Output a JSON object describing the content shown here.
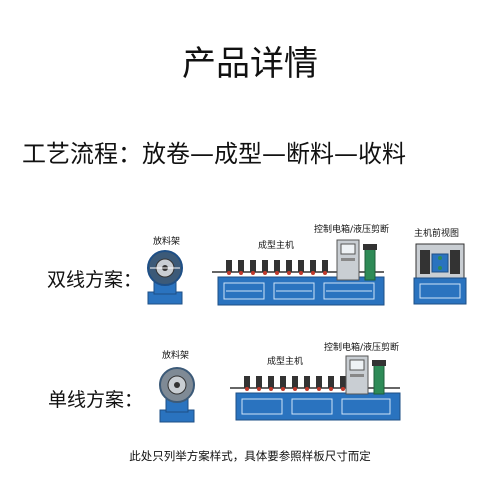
{
  "page_title": "产品详情",
  "process": {
    "label": "工艺流程：",
    "steps": [
      "放卷",
      "成型",
      "断料",
      "收料"
    ],
    "separator": "—"
  },
  "double_line": {
    "label": "双线方案：",
    "decoiler_label": "放料架",
    "forming_label": "成型主机",
    "control_label": "控制电箱/液压剪断",
    "front_view_label": "主机前视图"
  },
  "single_line": {
    "label": "单线方案：",
    "decoiler_label": "放料架",
    "forming_label": "成型主机",
    "control_label": "控制电箱/液压剪断"
  },
  "footnote": "此处只列举方案样式，具体要参照样板尺寸而定",
  "colors": {
    "machine_blue": "#2a73bf",
    "machine_dark": "#1e4f86",
    "roller_red": "#c0392b",
    "cabinet_gray": "#c9ced3",
    "cabinet_screen": "#eef2f5",
    "hydraulic_green": "#2e8b57"
  }
}
